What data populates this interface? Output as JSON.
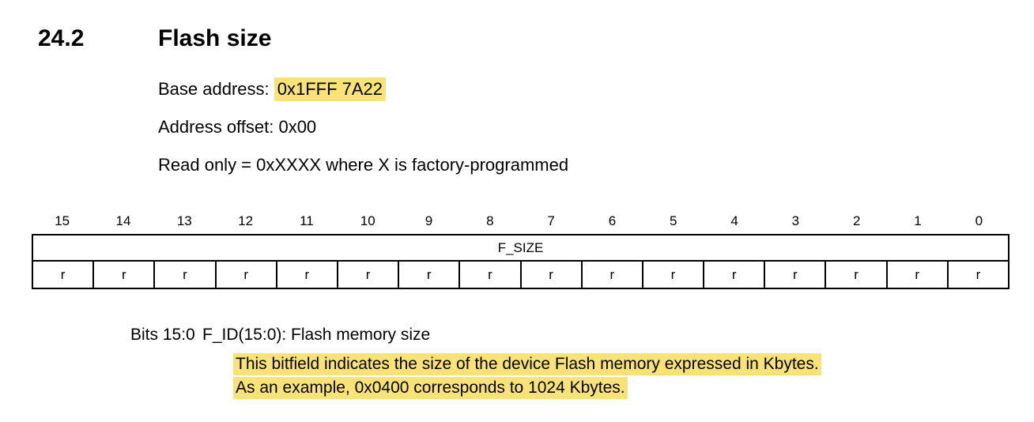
{
  "colors": {
    "highlight": "#F9E379",
    "text": "#000000"
  },
  "section": {
    "number": "24.2",
    "title": "Flash size"
  },
  "register_info": {
    "base_address_label": "Base address: ",
    "base_address_value": "0x1FFF 7A22",
    "address_offset": "Address offset: 0x00",
    "access_note": "Read only = 0xXXXX where X is factory-programmed"
  },
  "register_table": {
    "field_name": "F_SIZE",
    "bit_numbers": [
      "15",
      "14",
      "13",
      "12",
      "11",
      "10",
      "9",
      "8",
      "7",
      "6",
      "5",
      "4",
      "3",
      "2",
      "1",
      "0"
    ],
    "access_types": [
      "r",
      "r",
      "r",
      "r",
      "r",
      "r",
      "r",
      "r",
      "r",
      "r",
      "r",
      "r",
      "r",
      "r",
      "r",
      "r"
    ]
  },
  "bit_description": {
    "bits_label": "Bits 15:0",
    "field_title": "F_ID(15:0): Flash memory size",
    "highlighted_lines": [
      "This bitfield indicates the size of the device Flash memory expressed in Kbytes.",
      "As an example, 0x0400 corresponds to 1024 Kbytes."
    ]
  }
}
